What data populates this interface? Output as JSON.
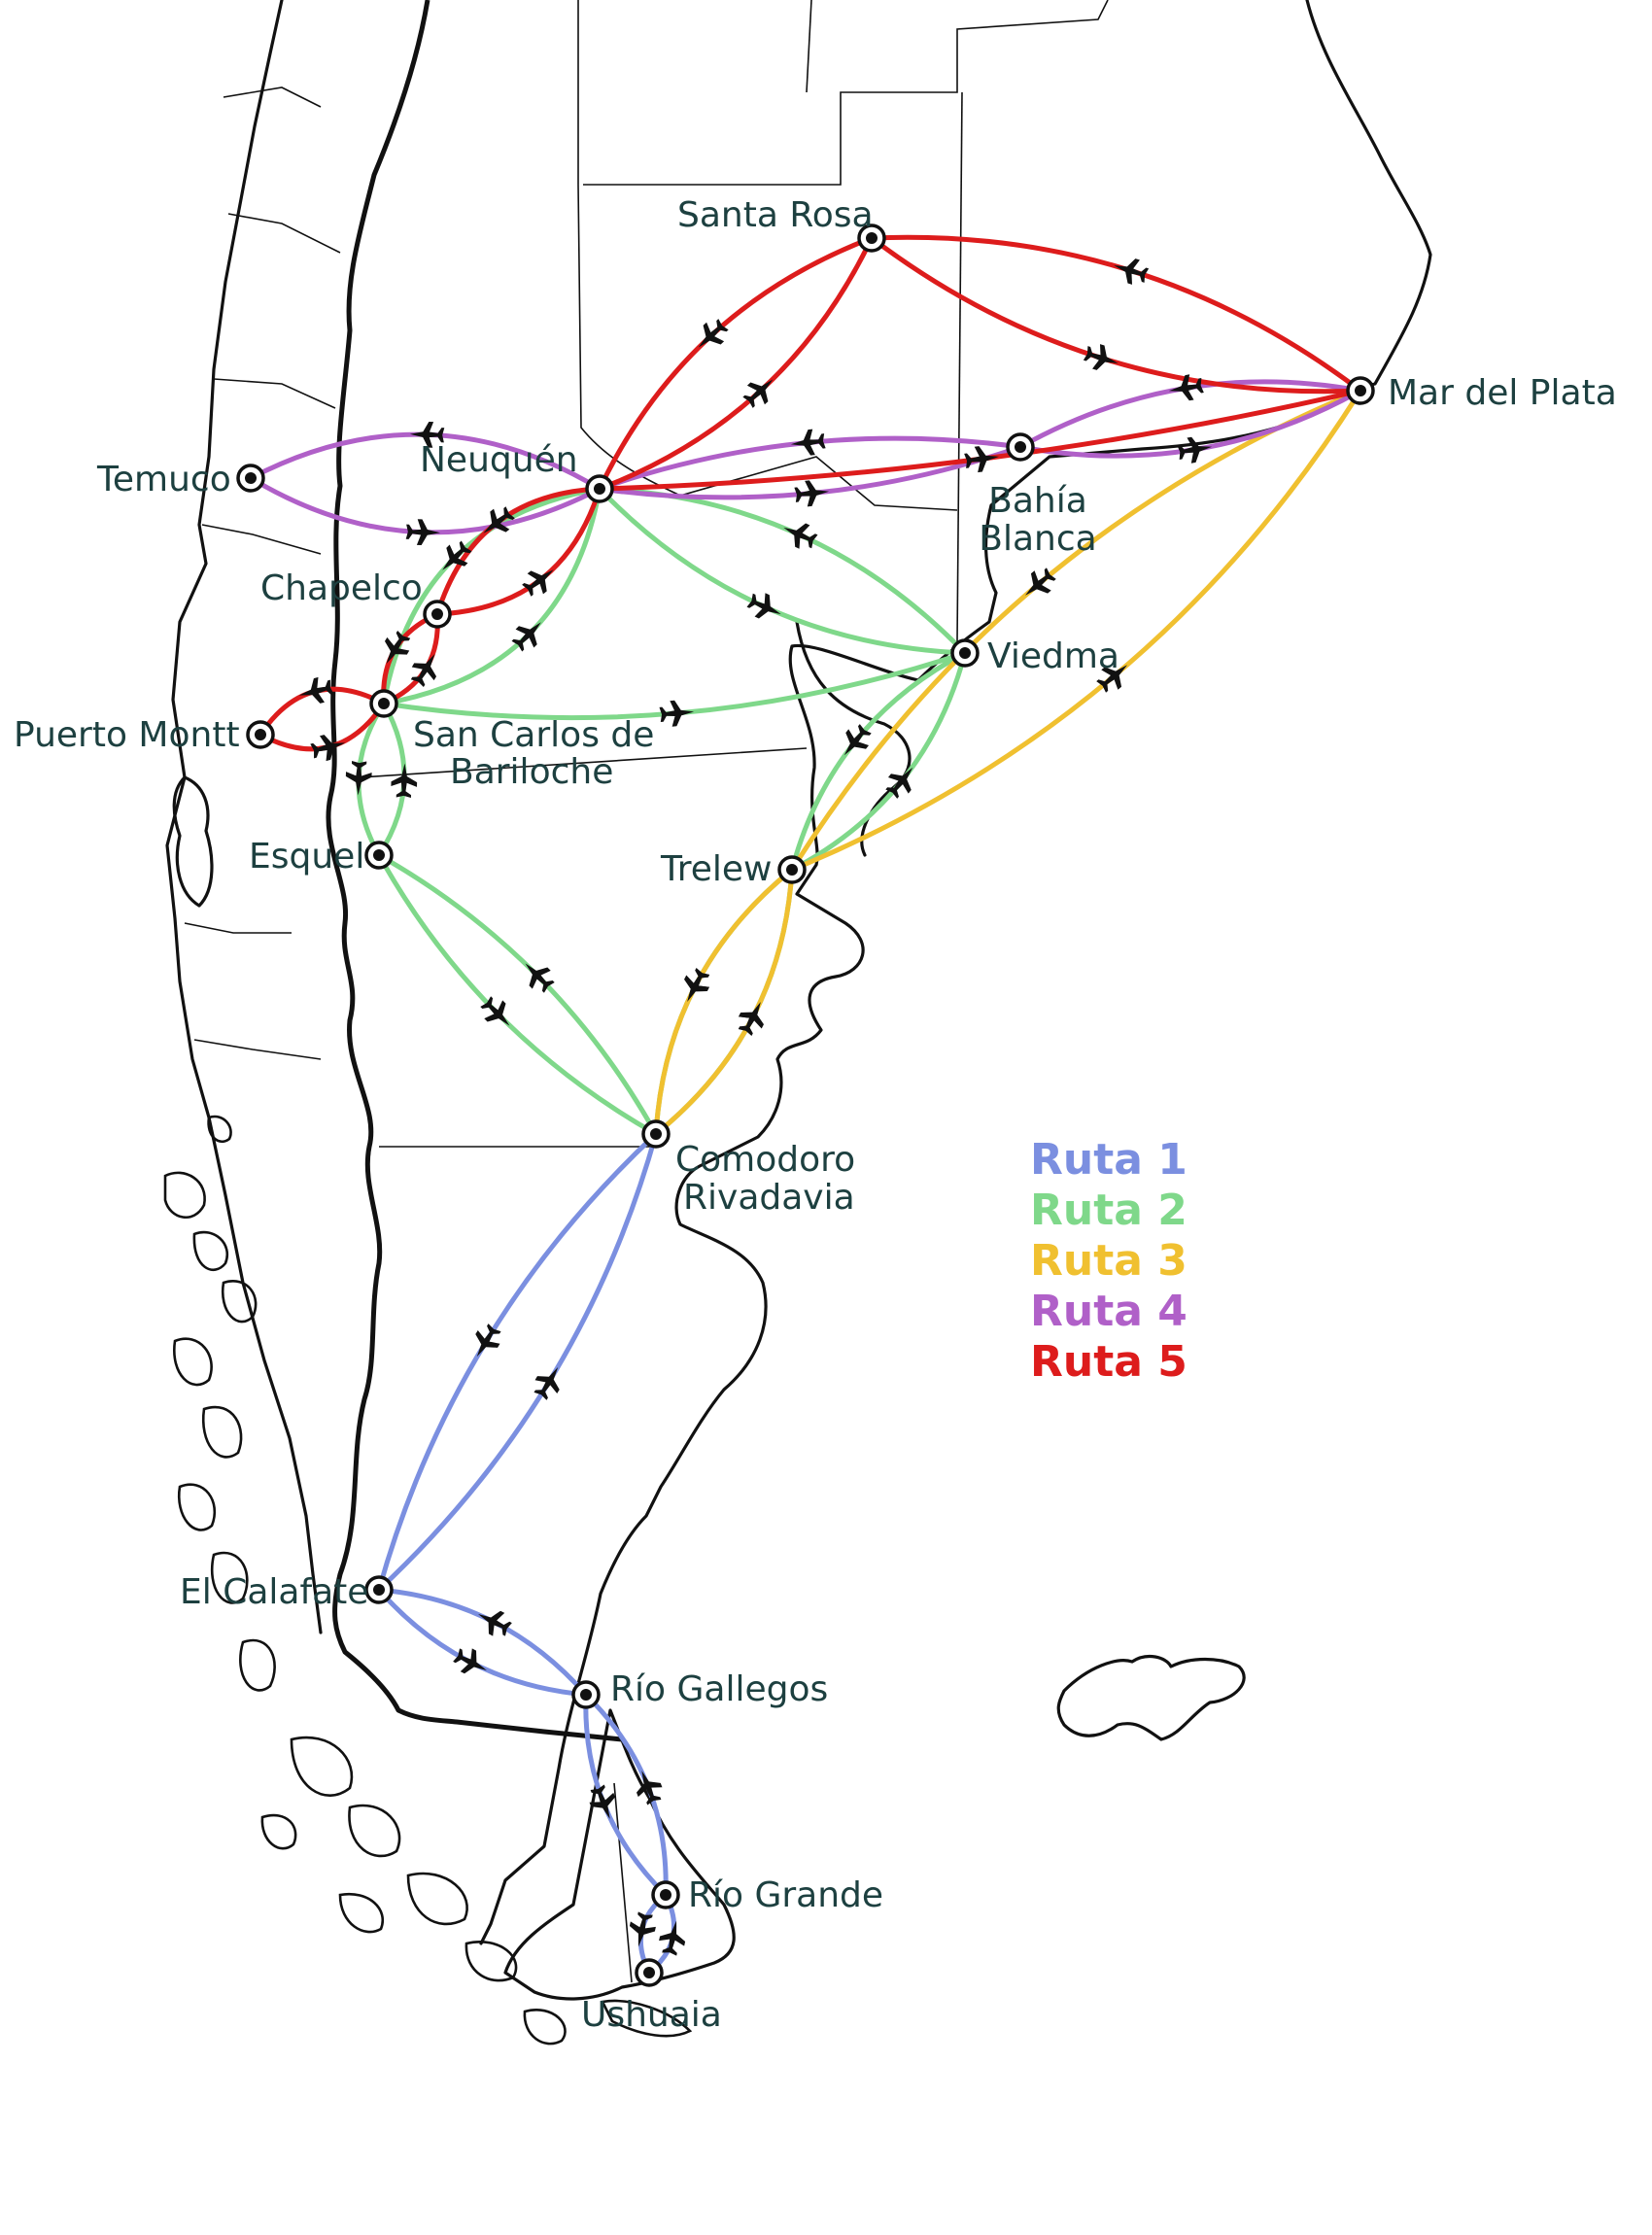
{
  "colors": {
    "ruta1": "#7b8fe0",
    "ruta2": "#7fd88a",
    "ruta3": "#f0c030",
    "ruta4": "#b060c8",
    "ruta5": "#dd1c1c"
  },
  "legend": [
    {
      "label": "Ruta 1",
      "color": "#7b8fe0"
    },
    {
      "label": "Ruta 2",
      "color": "#7fd88a"
    },
    {
      "label": "Ruta 3",
      "color": "#f0c030"
    },
    {
      "label": "Ruta 4",
      "color": "#b060c8"
    },
    {
      "label": "Ruta 5",
      "color": "#dd1c1c"
    }
  ],
  "cities": [
    {
      "id": "santa-rosa",
      "lines": [
        "Santa Rosa"
      ]
    },
    {
      "id": "mar-del-plata",
      "lines": [
        "Mar del Plata"
      ]
    },
    {
      "id": "temuco",
      "lines": [
        "Temuco"
      ]
    },
    {
      "id": "neuquen",
      "lines": [
        "Neuquén"
      ]
    },
    {
      "id": "bahia-blanca",
      "lines": [
        "Bahía",
        "Blanca"
      ]
    },
    {
      "id": "chapelco",
      "lines": [
        "Chapelco"
      ]
    },
    {
      "id": "viedma",
      "lines": [
        "Viedma"
      ]
    },
    {
      "id": "puerto-montt",
      "lines": [
        "Puerto Montt"
      ]
    },
    {
      "id": "bariloche",
      "lines": [
        "San Carlos de",
        "Bariloche"
      ]
    },
    {
      "id": "esquel",
      "lines": [
        "Esquel"
      ]
    },
    {
      "id": "trelew",
      "lines": [
        "Trelew"
      ]
    },
    {
      "id": "comodoro",
      "lines": [
        "Comodoro",
        "Rivadavia"
      ]
    },
    {
      "id": "el-calafate",
      "lines": [
        "El Calafate"
      ]
    },
    {
      "id": "rio-gallegos",
      "lines": [
        "Río Gallegos"
      ]
    },
    {
      "id": "rio-grande",
      "lines": [
        "Río Grande"
      ]
    },
    {
      "id": "ushuaia",
      "lines": [
        "Ushuaia"
      ]
    }
  ],
  "routes": [
    {
      "route": "Ruta 1",
      "from": "comodoro",
      "to": "el-calafate"
    },
    {
      "route": "Ruta 1",
      "from": "el-calafate",
      "to": "comodoro"
    },
    {
      "route": "Ruta 1",
      "from": "el-calafate",
      "to": "rio-gallegos"
    },
    {
      "route": "Ruta 1",
      "from": "rio-gallegos",
      "to": "el-calafate"
    },
    {
      "route": "Ruta 1",
      "from": "rio-gallegos",
      "to": "rio-grande"
    },
    {
      "route": "Ruta 1",
      "from": "rio-grande",
      "to": "rio-gallegos"
    },
    {
      "route": "Ruta 1",
      "from": "rio-grande",
      "to": "ushuaia"
    },
    {
      "route": "Ruta 1",
      "from": "ushuaia",
      "to": "rio-grande"
    },
    {
      "route": "Ruta 2",
      "from": "neuquen",
      "to": "bariloche"
    },
    {
      "route": "Ruta 2",
      "from": "bariloche",
      "to": "neuquen"
    },
    {
      "route": "Ruta 2",
      "from": "neuquen",
      "to": "viedma"
    },
    {
      "route": "Ruta 2",
      "from": "viedma",
      "to": "neuquen"
    },
    {
      "route": "Ruta 2",
      "from": "bariloche",
      "to": "viedma"
    },
    {
      "route": "Ruta 2",
      "from": "viedma",
      "to": "trelew"
    },
    {
      "route": "Ruta 2",
      "from": "trelew",
      "to": "viedma"
    },
    {
      "route": "Ruta 2",
      "from": "bariloche",
      "to": "esquel"
    },
    {
      "route": "Ruta 2",
      "from": "esquel",
      "to": "bariloche"
    },
    {
      "route": "Ruta 2",
      "from": "esquel",
      "to": "comodoro"
    },
    {
      "route": "Ruta 2",
      "from": "comodoro",
      "to": "esquel"
    },
    {
      "route": "Ruta 2",
      "from": "trelew",
      "to": "comodoro"
    },
    {
      "route": "Ruta 2",
      "from": "comodoro",
      "to": "trelew"
    },
    {
      "route": "Ruta 3",
      "from": "mar-del-plata",
      "to": "trelew"
    },
    {
      "route": "Ruta 3",
      "from": "trelew",
      "to": "mar-del-plata"
    },
    {
      "route": "Ruta 3",
      "from": "trelew",
      "to": "comodoro"
    },
    {
      "route": "Ruta 3",
      "from": "comodoro",
      "to": "trelew"
    },
    {
      "route": "Ruta 4",
      "from": "temuco",
      "to": "neuquen"
    },
    {
      "route": "Ruta 4",
      "from": "neuquen",
      "to": "temuco"
    },
    {
      "route": "Ruta 4",
      "from": "neuquen",
      "to": "bahia-blanca"
    },
    {
      "route": "Ruta 4",
      "from": "bahia-blanca",
      "to": "neuquen"
    },
    {
      "route": "Ruta 4",
      "from": "bahia-blanca",
      "to": "mar-del-plata"
    },
    {
      "route": "Ruta 4",
      "from": "mar-del-plata",
      "to": "bahia-blanca"
    },
    {
      "route": "Ruta 5",
      "from": "neuquen",
      "to": "santa-rosa"
    },
    {
      "route": "Ruta 5",
      "from": "santa-rosa",
      "to": "neuquen"
    },
    {
      "route": "Ruta 5",
      "from": "santa-rosa",
      "to": "mar-del-plata"
    },
    {
      "route": "Ruta 5",
      "from": "mar-del-plata",
      "to": "santa-rosa"
    },
    {
      "route": "Ruta 5",
      "from": "neuquen",
      "to": "mar-del-plata"
    },
    {
      "route": "Ruta 5",
      "from": "neuquen",
      "to": "chapelco"
    },
    {
      "route": "Ruta 5",
      "from": "chapelco",
      "to": "neuquen"
    },
    {
      "route": "Ruta 5",
      "from": "chapelco",
      "to": "bariloche"
    },
    {
      "route": "Ruta 5",
      "from": "bariloche",
      "to": "chapelco"
    },
    {
      "route": "Ruta 5",
      "from": "bariloche",
      "to": "puerto-montt"
    },
    {
      "route": "Ruta 5",
      "from": "puerto-montt",
      "to": "bariloche"
    }
  ]
}
